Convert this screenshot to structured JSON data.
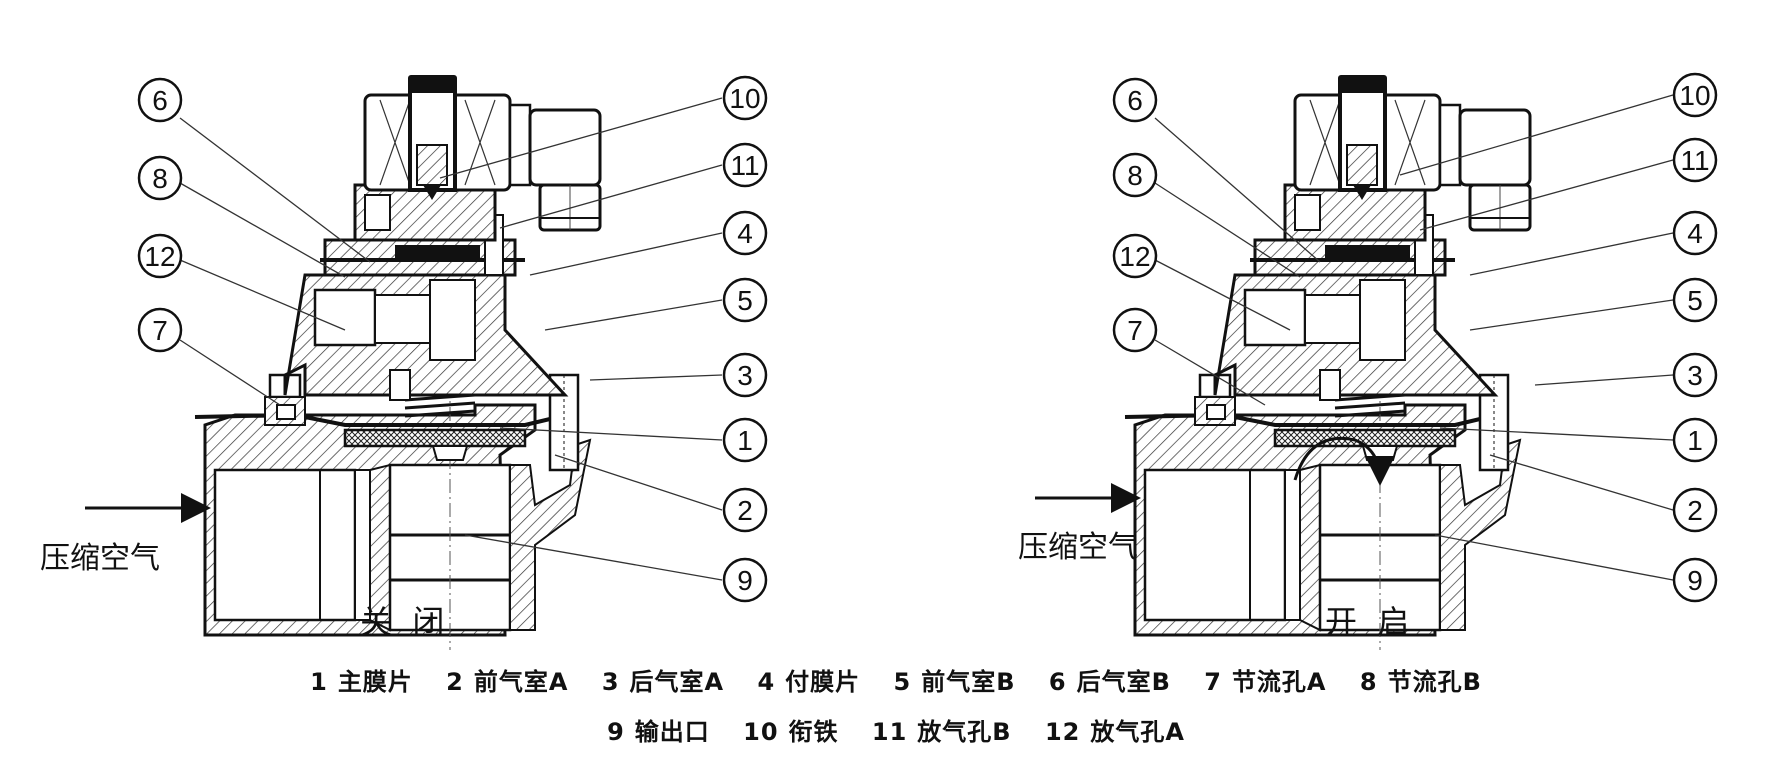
{
  "figure": {
    "type": "pulse-valve cross-section diagram",
    "inlet_label": "压缩空气",
    "views": [
      {
        "id": "closed",
        "caption": "关  闭",
        "callouts_left": [
          "6",
          "8",
          "12",
          "7"
        ],
        "callouts_right": [
          "10",
          "11",
          "4",
          "5",
          "3",
          "1",
          "2",
          "9"
        ]
      },
      {
        "id": "open",
        "caption": "开  启",
        "callouts_left": [
          "6",
          "8",
          "12",
          "7"
        ],
        "callouts_right": [
          "10",
          "11",
          "4",
          "5",
          "3",
          "1",
          "2",
          "9"
        ]
      }
    ]
  },
  "legend": {
    "row1": [
      {
        "num": "1",
        "label": "主膜片"
      },
      {
        "num": "2",
        "label": "前气室A"
      },
      {
        "num": "3",
        "label": "后气室A"
      },
      {
        "num": "4",
        "label": "付膜片"
      },
      {
        "num": "5",
        "label": "前气室B"
      },
      {
        "num": "6",
        "label": "后气室B"
      },
      {
        "num": "7",
        "label": "节流孔A"
      },
      {
        "num": "8",
        "label": "节流孔B"
      }
    ],
    "row2": [
      {
        "num": "9",
        "label": "输出口"
      },
      {
        "num": "10",
        "label": "衔铁"
      },
      {
        "num": "11",
        "label": "放气孔B"
      },
      {
        "num": "12",
        "label": "放气孔A"
      }
    ]
  }
}
